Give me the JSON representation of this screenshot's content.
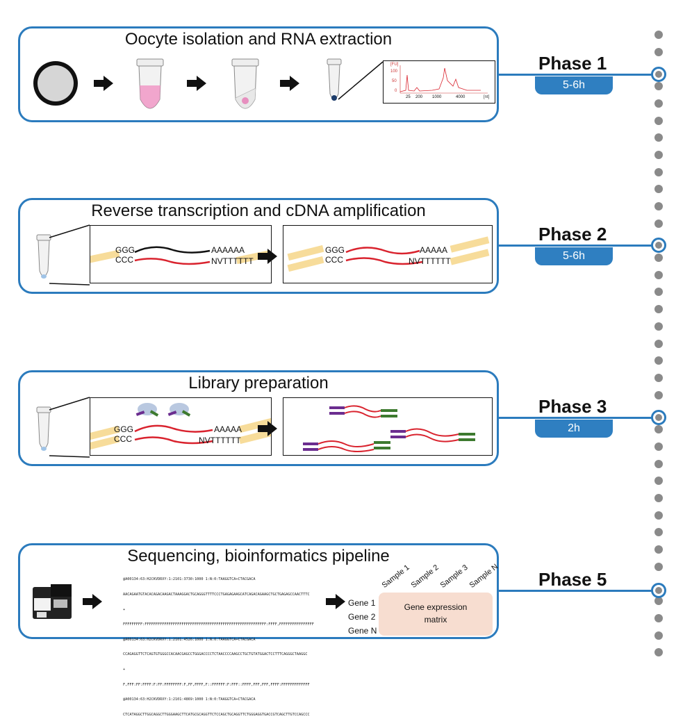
{
  "phases": [
    {
      "title": "Oocyte isolation and RNA extraction",
      "label": "Phase 1",
      "duration": "5-6h",
      "bioanalyzer": {
        "unit_y": "[FU]",
        "unit_x": "[nt]",
        "y_ticks": [
          "100",
          "50",
          "0"
        ],
        "x_ticks": [
          "25",
          "200",
          "1000",
          "4000"
        ]
      }
    },
    {
      "title": "Reverse transcription and cDNA amplification",
      "label": "Phase 2",
      "duration": "5-6h",
      "left_box": {
        "top_left": "GGG",
        "bottom_left": "CCC",
        "top_right": "AAAAAA",
        "bottom_right": "NVTTTTTT"
      },
      "right_box": {
        "top_left": "GGG",
        "bottom_left": "CCC",
        "top_right": "AAAAA",
        "bottom_right": "NVTTTTTT"
      }
    },
    {
      "title": "Library preparation",
      "label": "Phase 3",
      "duration": "2h",
      "left_box": {
        "top_left": "GGG",
        "bottom_left": "CCC",
        "top_right": "AAAAA",
        "bottom_right": "NVTTTTTT"
      }
    },
    {
      "title": "Sequencing, bioinformatics pipeline",
      "label": "Phase 5",
      "fastq_lines": [
        "@A00134:63:H2CKVDRXY:1:2101:3730:1000 1:N:0:TAAGGTCA+CTACGACA",
        "AACAGAATGTACACAGACAAGACTAAAGGACTGCAGGGTTTTCCCTGAGAGAAGCATCAGACAGAAGCTGCTGAGAGCCAACTTTC",
        "+",
        "FFFFFFFFF:FFFFFFFFFFFFFFFFFFFFFFFFFFFFFFFFFFFFFFFFFFFFFFFFFFFFFFFF:FFFF,FFFFFFFFFFFFFFFF",
        "@A00134:63:H2CKVDRXY:1:2101:4526:1000 1:N:0:TAAGGTCA+CTACGACA",
        "CCAGAGGTTCTCAGTGTGGGCCACAACGAGCCTGGGACCCCTCTAACCCCAAGCCTGCTGTATGGACTCCTTTCAGGGCTAAGGC",
        "+",
        "F,FFF:FF:FFFF:F:FF:FFFFFFFF:F,FF,FFFF,F::FFFFFF:F:FFF::FFFF,FFF,FFF,FFFF:FFFFFFFFFFFFF",
        "@A00134:63:H2CKVDRXY:1:2101:4869:1000 1:N:0:TAAGGTCA+CTACGACA",
        "CTCATAGGCTTGGCAGGCTTGGGAAGCTTCATGCGCAGGTTCTCCAGCTGCAGGTTCTGGGAGGTGACCGTCAGCTTGTCCAGCCC"
      ],
      "genes": [
        "Gene 1",
        "Gene 2",
        "Gene N"
      ],
      "samples": [
        "Sample 1",
        "Sample 2",
        "Sample 3",
        "Sample N"
      ],
      "matrix_label": [
        "Gene expression",
        "matrix"
      ]
    }
  ],
  "colors": {
    "accent_blue": "#2b7bbd",
    "duration_blue": "#2f7fc1",
    "rna_strand": "#d9232e",
    "template_strand": "#111111",
    "primer_yellow": "#f7dc9a",
    "adapter_purple": "#6b2d8f",
    "adapter_green": "#3d7a2f",
    "matrix_fill": "#f7ddd0",
    "timeline_gray": "#8a8a8a"
  },
  "icons": [
    "petri-dish-icon",
    "tube-icon",
    "arrow-right-icon",
    "bioanalyzer-plot-icon",
    "tagmentation-enzyme-icon",
    "sequencer-icon"
  ]
}
